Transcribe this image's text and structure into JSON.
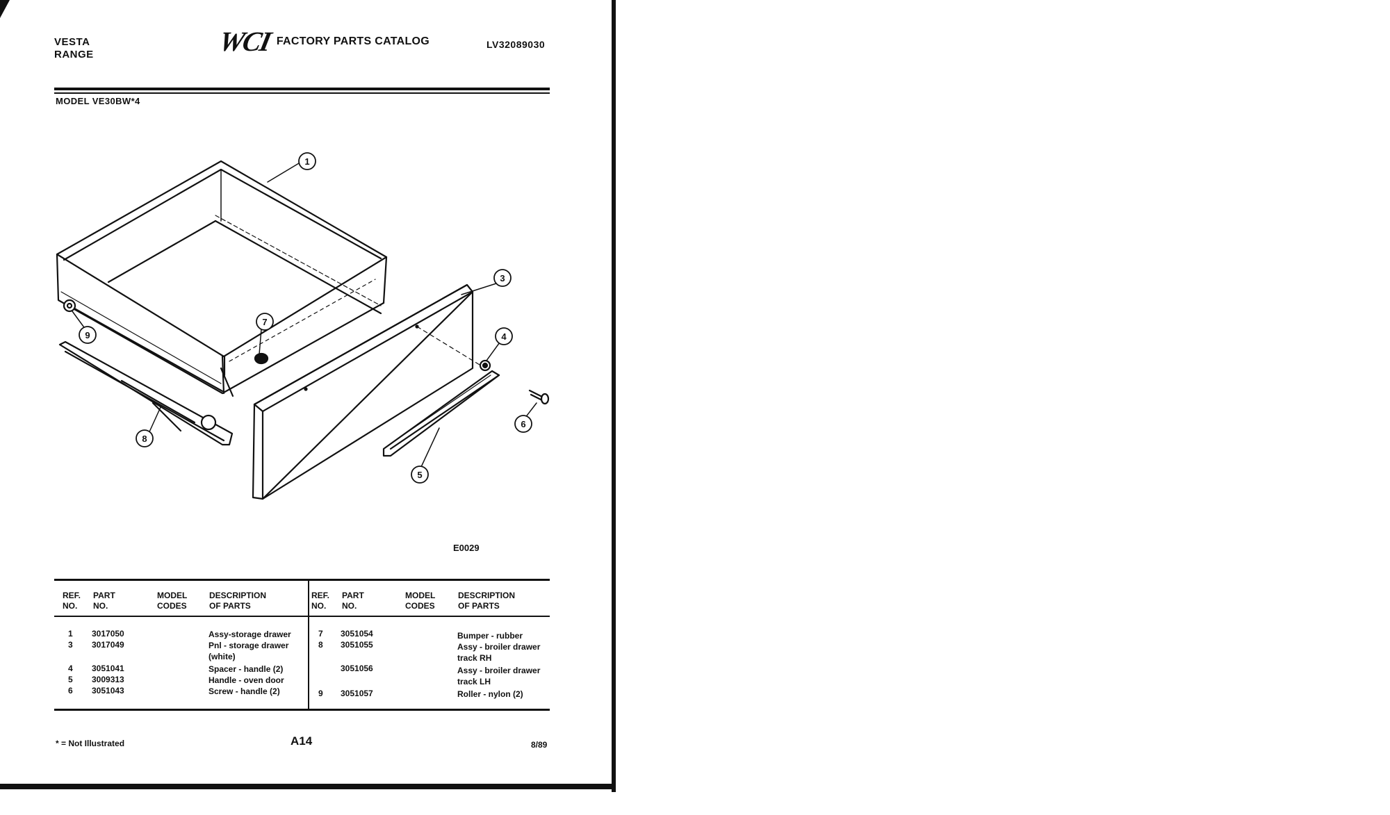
{
  "header": {
    "brand": "VESTA",
    "product": "RANGE",
    "logo": "WCI",
    "catalog_title": "FACTORY PARTS CATALOG",
    "catalog_number": "LV32089030"
  },
  "model_line": "MODEL VE30BW*4",
  "diagram": {
    "figure_code": "E0029",
    "callouts": [
      "1",
      "3",
      "4",
      "5",
      "6",
      "7",
      "8",
      "9"
    ]
  },
  "table": {
    "headers": {
      "ref_no": [
        "REF.",
        "NO."
      ],
      "part_no": [
        "PART",
        "NO."
      ],
      "model_codes": [
        "MODEL",
        "CODES"
      ],
      "description": [
        "DESCRIPTION",
        "OF PARTS"
      ]
    },
    "left_rows": [
      {
        "ref": "1",
        "part": "3017050",
        "desc": "Assy-storage drawer"
      },
      {
        "ref": "3",
        "part": "3017049",
        "desc": "Pnl - storage drawer",
        "desc2": "(white)"
      },
      {
        "ref": "4",
        "part": "3051041",
        "desc": "Spacer - handle (2)"
      },
      {
        "ref": "5",
        "part": "3009313",
        "desc": "Handle - oven door"
      },
      {
        "ref": "6",
        "part": "3051043",
        "desc": "Screw - handle (2)"
      }
    ],
    "right_rows": [
      {
        "ref": "7",
        "part": "3051054",
        "desc": "Bumper - rubber"
      },
      {
        "ref": "8",
        "part": "3051055",
        "desc": "Assy - broiler drawer",
        "desc2": "track RH"
      },
      {
        "ref": "",
        "part": "3051056",
        "desc": "Assy - broiler drawer",
        "desc2": "track LH"
      },
      {
        "ref": "9",
        "part": "3051057",
        "desc": "Roller - nylon (2)"
      }
    ]
  },
  "footer": {
    "footnote": "* = Not Illustrated",
    "page": "A14",
    "date": "8/89"
  }
}
